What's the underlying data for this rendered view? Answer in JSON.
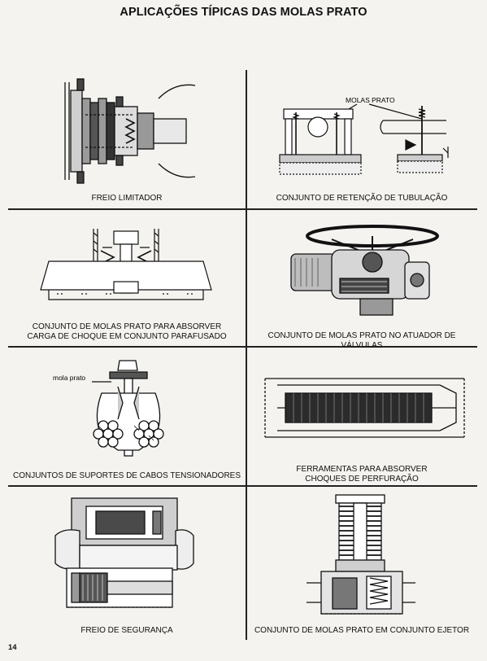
{
  "page": {
    "title": "APLICAÇÕES TÍPICAS DAS MOLAS PRATO",
    "page_number": "14"
  },
  "figures": [
    {
      "caption": "FREIO LIMITADOR",
      "icon": "limiting-brake-drawing"
    },
    {
      "caption": "CONJUNTO DE RETENÇÃO DE TUBULAÇÃO",
      "icon": "pipe-retention-drawing",
      "label": "MOLAS PRATO"
    },
    {
      "caption_line1": "CONJUNTO DE MOLAS PRATO PARA ABSORVER",
      "caption_line2": "CARGA DE CHOQUE EM CONJUNTO PARAFUSADO",
      "icon": "bolted-assembly-drawing"
    },
    {
      "caption": "CONJUNTO DE MOLAS PRATO NO ATUADOR DE VÁLVULAS",
      "icon": "valve-actuator-drawing"
    },
    {
      "caption": "CONJUNTOS DE SUPORTES DE CABOS TENSIONADORES",
      "icon": "cable-support-drawing",
      "label": "mola prato"
    },
    {
      "caption_line1": "FERRAMENTAS PARA ABSORVER",
      "caption_line2": "CHOQUES DE PERFURAÇÃO",
      "icon": "drilling-tool-drawing"
    },
    {
      "caption": "FREIO DE SEGURANÇA",
      "icon": "safety-brake-drawing"
    },
    {
      "caption": "CONJUNTO DE MOLAS PRATO EM CONJUNTO EJETOR",
      "icon": "ejector-assembly-drawing"
    }
  ]
}
